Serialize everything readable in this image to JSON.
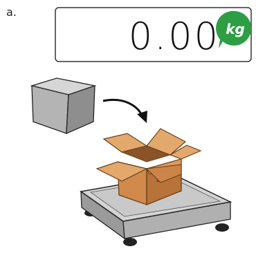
{
  "panel": {
    "label": "a."
  },
  "display": {
    "reading": "0.00",
    "unit": "kg"
  },
  "colors": {
    "badge": "#2e9e45",
    "badge_text": "#ffffff",
    "cube_front": "#b4b4b4",
    "cube_top": "#d6d6d6",
    "cube_side": "#8e8e8e",
    "box_front": "#d08a4c",
    "box_side": "#b8733a",
    "box_flap": "#e3a86c",
    "scale_top": "#d4d4d4",
    "scale_side": "#9a9a9a",
    "feet": "#222222"
  }
}
